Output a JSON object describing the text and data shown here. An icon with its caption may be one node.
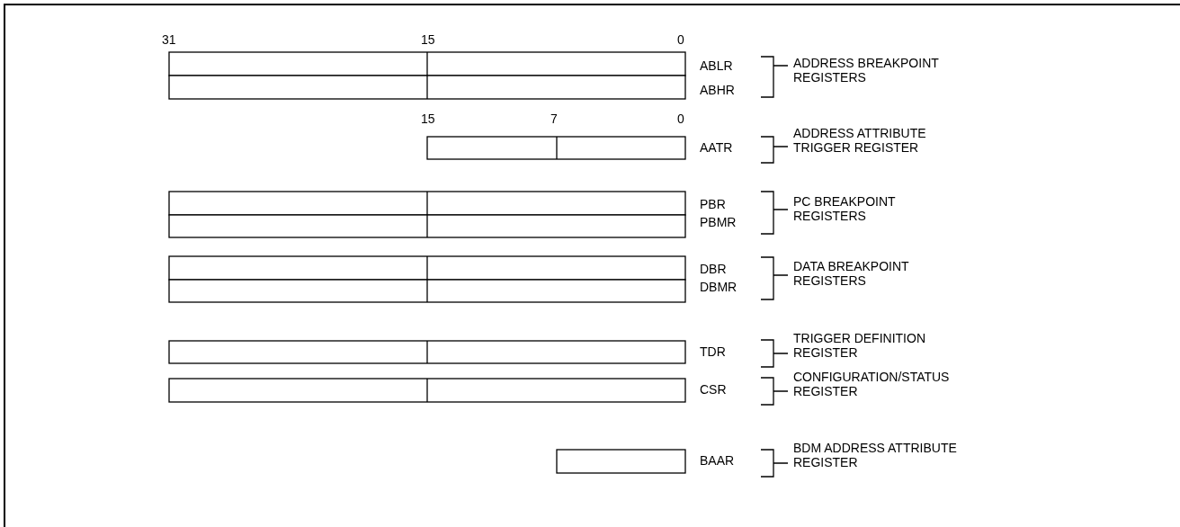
{
  "diagram": {
    "labels": [
      "31",
      "15",
      "0",
      "ABLR",
      "ADDRESS BREAKPOINT REGISTERS",
      "ABHR",
      "15",
      "7",
      "0",
      "AATR",
      "ADDRESS ATTRIBUTE TRIGGER REGISTER",
      "PBR",
      "PC BREAKPOINT REGISTERS",
      "PBMR",
      "DBR",
      "DATA BREAKPOINT REGISTERS",
      "DBMR",
      "TDR",
      "TRIGGER DEFINITION REGISTER",
      "CSR",
      "CONFIGURATION/STATUS REGISTER",
      "BAAR",
      "BDM ADDRESS ATTRIBUTE REGISTER"
    ]
  }
}
